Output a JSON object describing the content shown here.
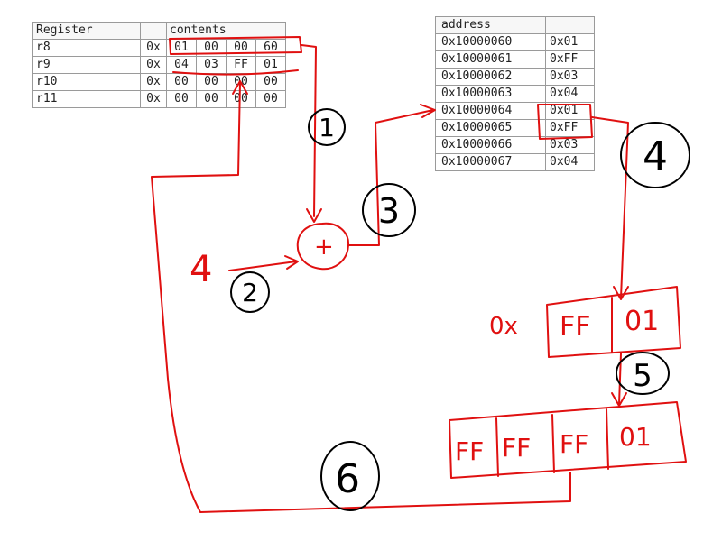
{
  "register_table": {
    "headers": {
      "register": "Register",
      "prefix": "",
      "contents": "contents"
    },
    "rows": [
      {
        "name": "r8",
        "prefix": "0x",
        "bytes": [
          "01",
          "00",
          "00",
          "60"
        ]
      },
      {
        "name": "r9",
        "prefix": "0x",
        "bytes": [
          "04",
          "03",
          "FF",
          "01"
        ]
      },
      {
        "name": "r10",
        "prefix": "0x",
        "bytes": [
          "00",
          "00",
          "00",
          "00"
        ]
      },
      {
        "name": "r11",
        "prefix": "0x",
        "bytes": [
          "00",
          "00",
          "00",
          "00"
        ]
      }
    ]
  },
  "memory_table": {
    "headers": {
      "address": "address",
      "value": ""
    },
    "rows": [
      {
        "address": "0x10000060",
        "value": "0x01"
      },
      {
        "address": "0x10000061",
        "value": "0xFF"
      },
      {
        "address": "0x10000062",
        "value": "0x03"
      },
      {
        "address": "0x10000063",
        "value": "0x04"
      },
      {
        "address": "0x10000064",
        "value": "0x01"
      },
      {
        "address": "0x10000065",
        "value": "0xFF"
      },
      {
        "address": "0x10000066",
        "value": "0x03"
      },
      {
        "address": "0x10000067",
        "value": "0x04"
      }
    ]
  },
  "annotations": {
    "steps": [
      "1",
      "2",
      "3",
      "4",
      "5",
      "6"
    ],
    "plus": "+",
    "offset": "4",
    "halfword_prefix": "0x",
    "halfword_bytes": [
      "FF",
      "01"
    ],
    "extended_bytes": [
      "FF",
      "FF",
      "FF",
      "01"
    ],
    "ink_color": "#e01010",
    "circle_color": "#000000"
  }
}
